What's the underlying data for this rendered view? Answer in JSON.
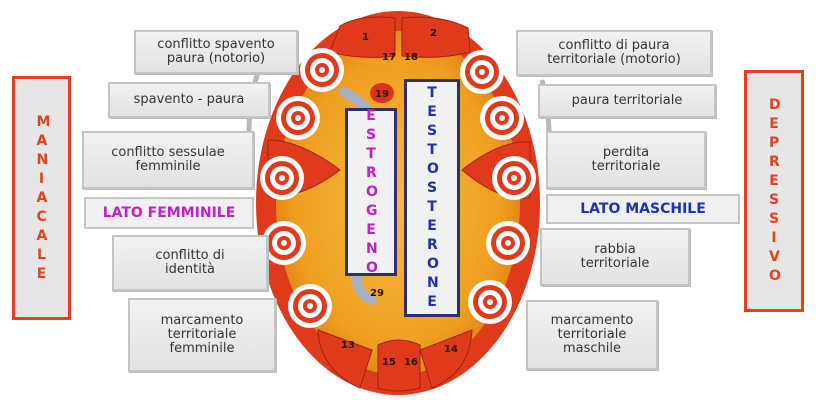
{
  "left_side": {
    "label": "MANIACALE",
    "color": "#e8401c"
  },
  "right_side": {
    "label": "DEPRESSIVO",
    "color": "#e8401c"
  },
  "left_boxes": [
    "conflitto spavento\npaura (notorio)",
    "spavento - paura",
    "conflitto sessulae\nfemminile",
    "conflitto di\nidentità",
    "marcamento\nterritoriale\nfemminile"
  ],
  "right_boxes": [
    "conflitto di paura\nterritoriale (motorio)",
    "paura territoriale",
    "perdita\nterritoriale",
    "rabbia\nterritoriale",
    "marcamento\nterritoriale\nmaschile"
  ],
  "lato_femminile": {
    "label": "LATO FEMMINILE",
    "color": "#c020c8"
  },
  "lato_maschile": {
    "label": "LATO MASCHILE",
    "color": "#2030b0"
  },
  "hormones": {
    "estrogeno": {
      "label": "ESTROGENO",
      "color": "#c020c8"
    },
    "testosterone": {
      "label": "TESTOSTERONE",
      "color": "#2030b0"
    }
  },
  "relay_numbers": [
    "1",
    "2",
    "17",
    "18",
    "19",
    "29",
    "13",
    "14",
    "15",
    "16"
  ],
  "colors": {
    "outer": "#e03a1c",
    "inner": "#f0a020",
    "accent": "#e8401c"
  }
}
